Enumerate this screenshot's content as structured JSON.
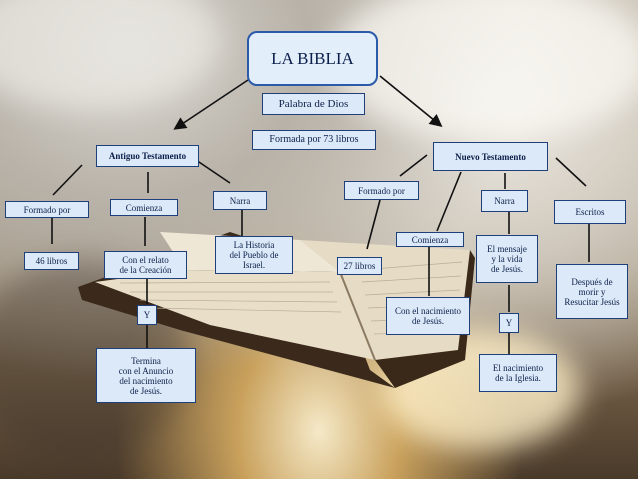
{
  "title": "LA BIBLIA",
  "subtitle1": "Palabra de Dios",
  "subtitle2": "Formada por 73 libros",
  "antiguo": {
    "header": "Antiguo Testamento",
    "formado_por": "Formado por",
    "libros": "46 libros",
    "comienza": "Comienza",
    "con_relato": [
      "Con el relato",
      "de la Creación"
    ],
    "y": "Y",
    "termina": [
      "Termina",
      "con el Anuncio",
      "del nacimiento",
      "de Jesús."
    ],
    "narra": "Narra",
    "historia": [
      "La Historia",
      "del Pueblo de",
      "Israel."
    ]
  },
  "nuevo": {
    "header": "Nuevo Testamento",
    "formado_por": "Formado por",
    "libros": "27 libros",
    "comienza": "Comienza",
    "nacimiento": [
      "Con el nacimiento",
      "de Jesús."
    ],
    "narra": "Narra",
    "mensaje": [
      "El mensaje",
      "y la vida",
      "de Jesús."
    ],
    "y": "Y",
    "iglesia": [
      "El nacimiento",
      "de la Iglesia."
    ],
    "escritos": "Escritos",
    "despues": [
      "Después de",
      "morir y",
      "Resucitar Jesús"
    ]
  },
  "colors": {
    "box_fill": "#dbe9f8",
    "box_border": "#1f3f7a",
    "text": "#0c1f4a"
  }
}
